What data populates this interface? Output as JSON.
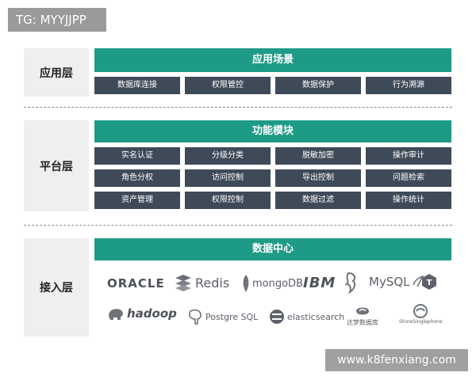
{
  "watermark_tag": "TG: MYYJJPP",
  "footer_tag": "www.k8fenxiang.com",
  "layers": {
    "application": {
      "label": "应用层",
      "title": "应用场景",
      "items": [
        "数据库连接",
        "权限管控",
        "数据保护",
        "行为溯源"
      ]
    },
    "platform": {
      "label": "平台层",
      "title": "功能模块",
      "items": [
        "实名认证",
        "分级分类",
        "脱敏加密",
        "操作审计",
        "角色分权",
        "访问控制",
        "导出控制",
        "问题检索",
        "资产管理",
        "权限控制",
        "数据过滤",
        "操作统计"
      ]
    },
    "access": {
      "label": "接入层",
      "title": "数据中心",
      "logos": [
        "ORACLE",
        "Redis",
        "mongoDB",
        "IBM",
        "MySQL",
        "hadoop",
        "Postgre SQL",
        "elasticsearch",
        "达梦数据库",
        "ShoreSinglephone"
      ]
    }
  },
  "colors": {
    "teal": "#1e9b86",
    "cell_dark": "#3f4a59",
    "label_bg": "#efefef"
  }
}
